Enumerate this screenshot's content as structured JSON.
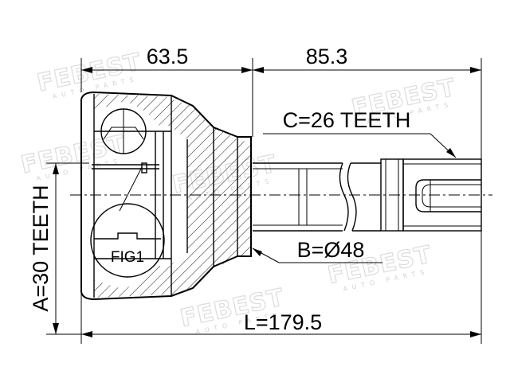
{
  "diagram": {
    "brand_watermark": "FEBEST",
    "brand_watermark_sub": "AUTO PARTS",
    "dimensions": {
      "width_joint": "63.5",
      "width_shaft": "85.3",
      "total_length": "L=179.5",
      "outer_diameter": "B=Ø48",
      "spline_outer": "A=30 TEETH",
      "spline_inner": "C=26 TEETH"
    },
    "figure_label": "FIG1"
  }
}
